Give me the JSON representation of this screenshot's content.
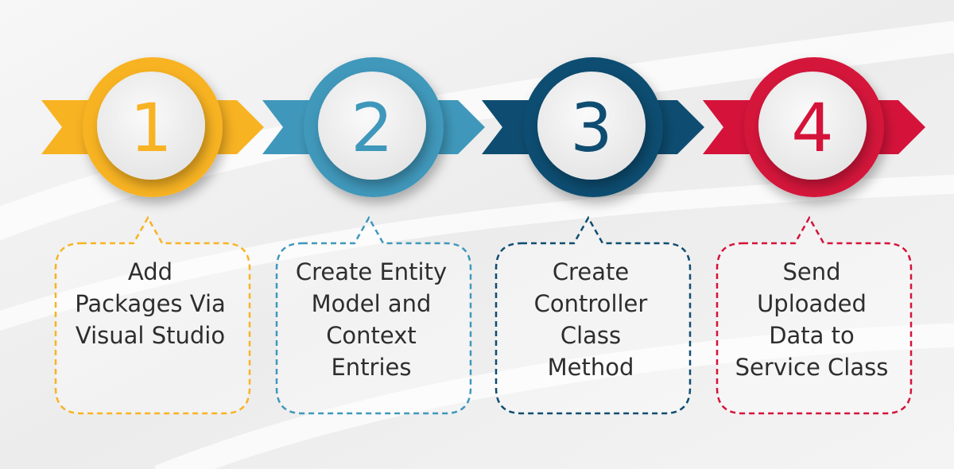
{
  "steps": [
    {
      "number": "1",
      "color": "#F8B323",
      "label_lines": [
        "Add",
        "Packages Via",
        "Visual Studio"
      ]
    },
    {
      "number": "2",
      "color": "#3F98BB",
      "label_lines": [
        "Create Entity",
        "Model and",
        "Context",
        "Entries"
      ]
    },
    {
      "number": "3",
      "color": "#0E4D71",
      "label_lines": [
        "Create",
        "Controller",
        "Class",
        "Method"
      ]
    },
    {
      "number": "4",
      "color": "#D5133A",
      "label_lines": [
        "Send",
        "Uploaded",
        "Data to",
        "Service Class"
      ]
    }
  ],
  "colors": {
    "background": "#EFEFEF",
    "circle_face": "#F4F4F4",
    "text": "#2E2E2E"
  }
}
